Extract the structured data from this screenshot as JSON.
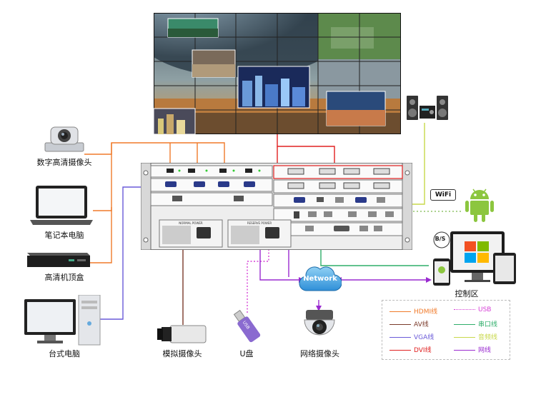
{
  "devices": {
    "hd_camera": "数字高清摄像头",
    "laptop": "笔记本电脑",
    "set_top_box": "高清机顶盒",
    "desktop_pc": "台式电脑",
    "analog_camera": "模拟摄像头",
    "usb_drive": "U盘",
    "network_camera": "网络摄像头",
    "control_area": "控制区"
  },
  "network_hub": "Network",
  "wifi_badge": "WiFi",
  "bs_badge": "B/S",
  "usb_stick_text": "USB",
  "chassis": {
    "psu_left": "NORMAL POWER",
    "psu_right": "RESERVE POWER"
  },
  "legend": [
    {
      "label": "HDMI线",
      "color": "#f07a2a",
      "style": "solid"
    },
    {
      "label": "USB",
      "color": "#d63fd6",
      "style": "dotted"
    },
    {
      "label": "AV线",
      "color": "#7a3a2a",
      "style": "solid"
    },
    {
      "label": "串口线",
      "color": "#2fae6a",
      "style": "solid"
    },
    {
      "label": "VGA线",
      "color": "#6a5ad8",
      "style": "solid"
    },
    {
      "label": "音频线",
      "color": "#c8d84a",
      "style": "solid"
    },
    {
      "label": "DVI线",
      "color": "#e02020",
      "style": "solid"
    },
    {
      "label": "网线",
      "color": "#9a2ad0",
      "style": "solid"
    }
  ]
}
